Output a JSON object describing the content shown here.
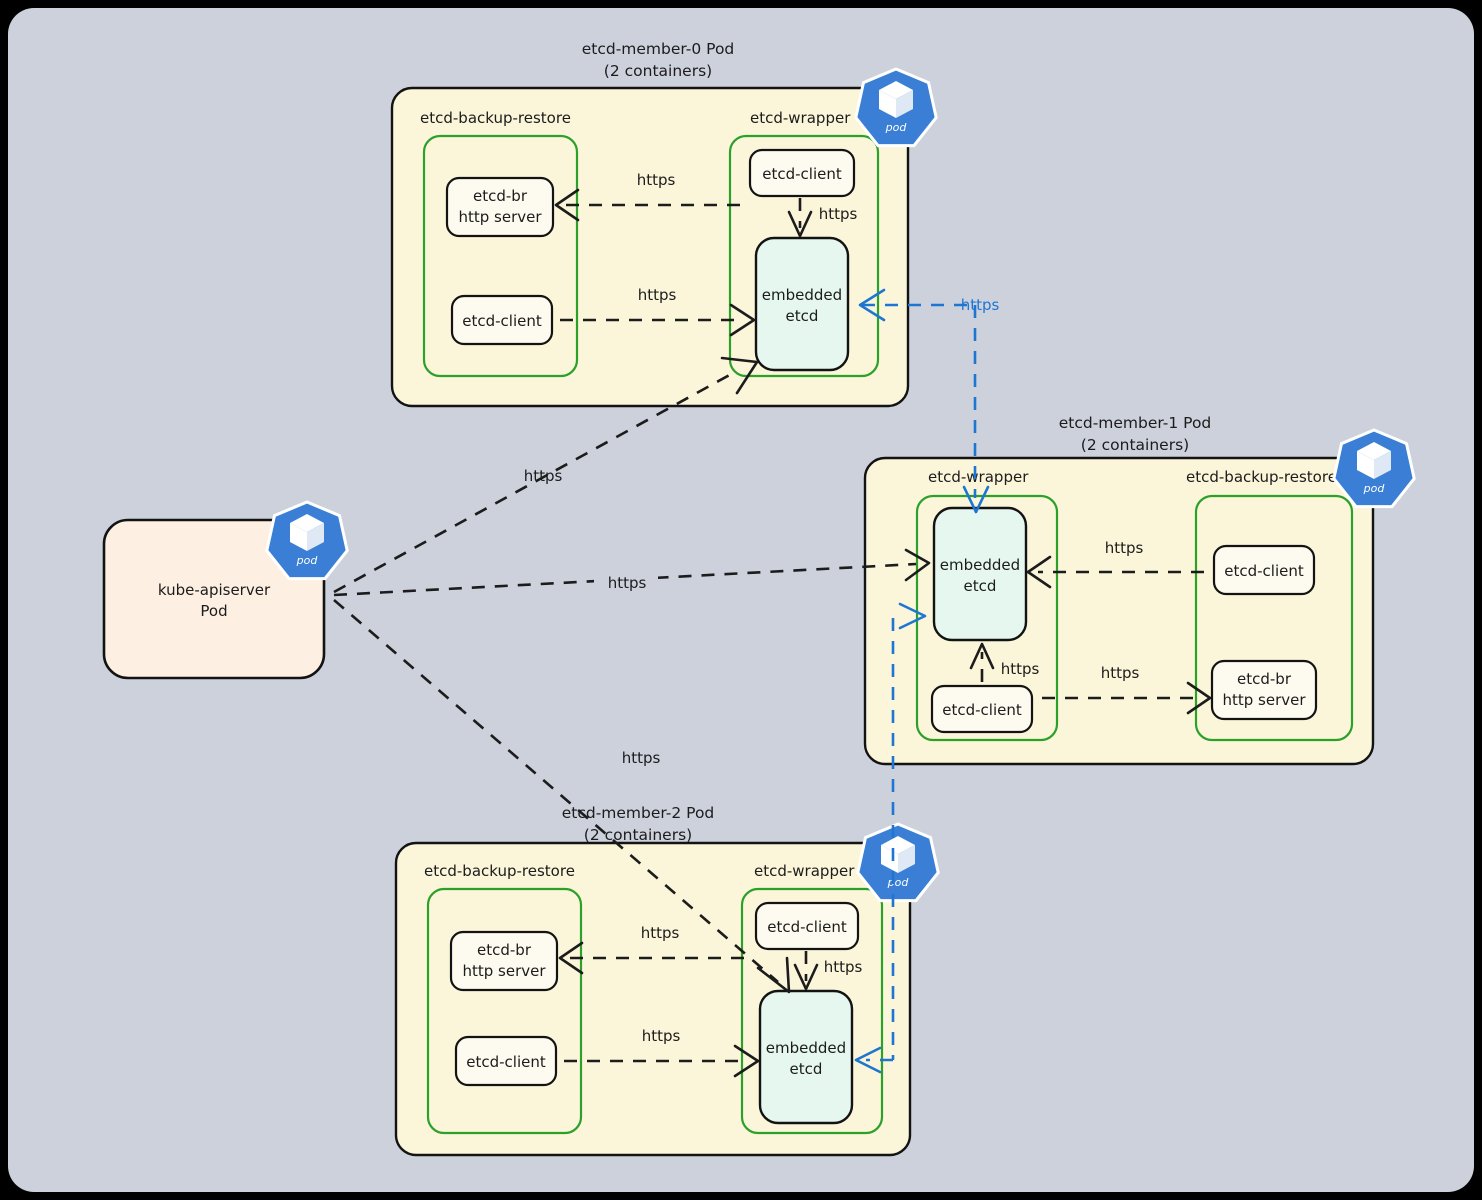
{
  "canvas": {
    "background": "#ccd1dc",
    "frame": "#000000"
  },
  "colors": {
    "pod_fill": "#fbf6d9",
    "container_stroke": "#2ba02b",
    "node_fill": "#fdfbef",
    "etcd_fill": "#e6f7ef",
    "apiserver_fill": "#fdf0e3",
    "edge_dark": "#1c1c1c",
    "edge_blue": "#1f76d2",
    "k8s_blue": "#3a7fd5"
  },
  "apiserver": {
    "label_line1": "kube-apiserver",
    "label_line2": "Pod",
    "icon": "k8s-pod-icon",
    "icon_text": "pod"
  },
  "pods": [
    {
      "id": "etcd-member-0",
      "title_line1": "etcd-member-0 Pod",
      "title_line2": "(2 containers)",
      "icon_text": "pod",
      "containers": [
        {
          "name": "etcd-backup-restore",
          "side": "left",
          "nodes": [
            {
              "id": "br-http-server",
              "line1": "etcd-br",
              "line2": "http server"
            },
            {
              "id": "br-etcd-client",
              "line1": "etcd-client",
              "line2": ""
            }
          ]
        },
        {
          "name": "etcd-wrapper",
          "side": "right",
          "nodes": [
            {
              "id": "wrapper-etcd-client",
              "line1": "etcd-client",
              "line2": ""
            },
            {
              "id": "embedded-etcd",
              "line1": "embedded",
              "line2": "etcd"
            }
          ]
        }
      ],
      "edges": [
        {
          "from": "wrapper-etcd-client",
          "to": "br-http-server",
          "label": "https"
        },
        {
          "from": "wrapper-etcd-client",
          "to": "embedded-etcd",
          "label": "https"
        },
        {
          "from": "br-etcd-client",
          "to": "embedded-etcd",
          "label": "https"
        }
      ]
    },
    {
      "id": "etcd-member-1",
      "title_line1": "etcd-member-1 Pod",
      "title_line2": "(2 containers)",
      "icon_text": "pod",
      "containers": [
        {
          "name": "etcd-wrapper",
          "side": "left",
          "nodes": [
            {
              "id": "embedded-etcd",
              "line1": "embedded",
              "line2": "etcd"
            },
            {
              "id": "wrapper-etcd-client",
              "line1": "etcd-client",
              "line2": ""
            }
          ]
        },
        {
          "name": "etcd-backup-restore",
          "side": "right",
          "nodes": [
            {
              "id": "br-etcd-client",
              "line1": "etcd-client",
              "line2": ""
            },
            {
              "id": "br-http-server",
              "line1": "etcd-br",
              "line2": "http server"
            }
          ]
        }
      ],
      "edges": [
        {
          "from": "br-etcd-client",
          "to": "embedded-etcd",
          "label": "https"
        },
        {
          "from": "wrapper-etcd-client",
          "to": "embedded-etcd",
          "label": "https"
        },
        {
          "from": "wrapper-etcd-client",
          "to": "br-http-server",
          "label": "https"
        }
      ]
    },
    {
      "id": "etcd-member-2",
      "title_line1": "etcd-member-2 Pod",
      "title_line2": "(2 containers)",
      "icon_text": "pod",
      "containers": [
        {
          "name": "etcd-backup-restore",
          "side": "left",
          "nodes": [
            {
              "id": "br-http-server",
              "line1": "etcd-br",
              "line2": "http server"
            },
            {
              "id": "br-etcd-client",
              "line1": "etcd-client",
              "line2": ""
            }
          ]
        },
        {
          "name": "etcd-wrapper",
          "side": "right",
          "nodes": [
            {
              "id": "wrapper-etcd-client",
              "line1": "etcd-client",
              "line2": ""
            },
            {
              "id": "embedded-etcd",
              "line1": "embedded",
              "line2": "etcd"
            }
          ]
        }
      ],
      "edges": [
        {
          "from": "wrapper-etcd-client",
          "to": "br-http-server",
          "label": "https"
        },
        {
          "from": "wrapper-etcd-client",
          "to": "embedded-etcd",
          "label": "https"
        },
        {
          "from": "br-etcd-client",
          "to": "embedded-etcd",
          "label": "https"
        }
      ]
    }
  ],
  "apiserver_edges": [
    {
      "to": "etcd-member-0.embedded-etcd",
      "label": "https"
    },
    {
      "to": "etcd-member-1.embedded-etcd",
      "label": "https"
    },
    {
      "to": "etcd-member-2.embedded-etcd",
      "label": "https"
    }
  ],
  "peer_edges": [
    {
      "from": "etcd-member-0.embedded-etcd",
      "to": "etcd-member-1.embedded-etcd",
      "label": "https",
      "color": "#1f76d2"
    },
    {
      "from": "etcd-member-1.embedded-etcd",
      "to": "etcd-member-2.embedded-etcd",
      "label": "",
      "color": "#1f76d2"
    }
  ]
}
